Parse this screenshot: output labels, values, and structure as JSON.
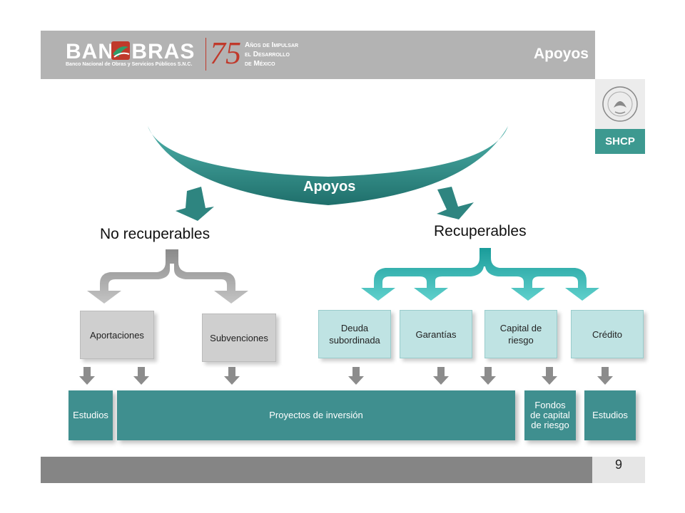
{
  "header": {
    "logo_text": "BANOBRAS",
    "logo_subtitle": "Banco Nacional de Obras y Servicios Públicos S.N.C.",
    "anniversary_number": "75",
    "anniversary_lines": [
      "Años de Impulsar",
      "el Desarrollo",
      "de México"
    ],
    "title": "Apoyos"
  },
  "shcp": {
    "badge": "SHCP"
  },
  "diagram": {
    "root": "Apoyos",
    "left_branch": "No recuperables",
    "right_branch": "Recuperables",
    "level2": [
      "Aportaciones",
      "Subvenciones",
      "Deuda subordinada",
      "Garantías",
      "Capital de riesgo",
      "Crédito"
    ],
    "level3": [
      "Estudios",
      "Proyectos de inversión",
      "Fondos de capital de riesgo",
      "Estudios"
    ]
  },
  "footer": {
    "page_number": "9"
  },
  "colors": {
    "teal": "#2e8580",
    "teal_light": "#bfe3e3",
    "teal_arrow": "#2aaaa8",
    "gray": "#b3b3b3"
  }
}
